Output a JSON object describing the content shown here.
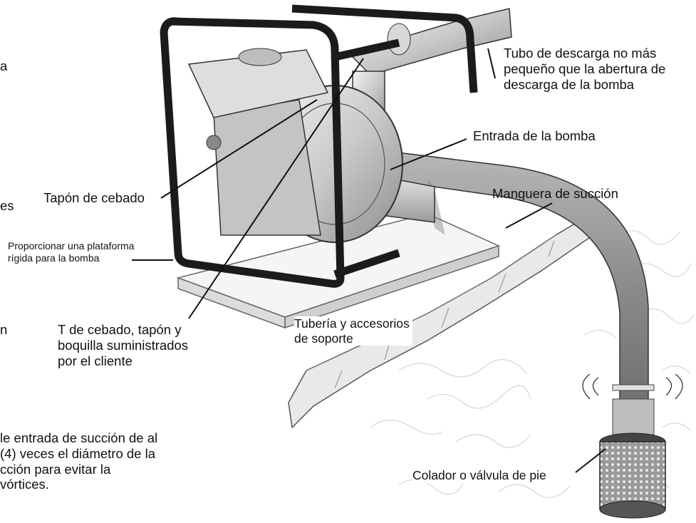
{
  "labels": {
    "discharge_pipe": [
      "Tubo de descarga no más",
      "pequeño que la abertura de",
      "descarga de la bomba"
    ],
    "pump_inlet": "Entrada de la bomba",
    "suction_hose": "Manguera de succión",
    "priming_plug": "Tapón de cebado",
    "platform": [
      "Proporcionar una plataforma",
      "rígida para la bomba"
    ],
    "priming_tee": [
      "T de cebado, tapón y",
      "boquilla suministrados",
      "por el cliente"
    ],
    "support": [
      "Tubería y accesorios",
      "de soporte"
    ],
    "strainer": "Colador o válvula de pie"
  },
  "cutoff_text": {
    "frag_a": "a",
    "frag_es": "es",
    "frag_n": "n",
    "note_lines": [
      "le entrada de succión de al",
      " (4) veces el diámetro de la",
      "cción para evitar la",
      "vórtices."
    ]
  }
}
